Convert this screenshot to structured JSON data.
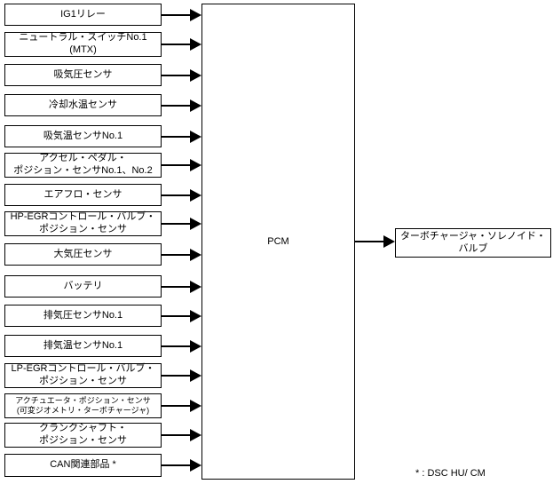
{
  "diagram": {
    "inputs": [
      {
        "label": "IG1リレー"
      },
      {
        "label": "ニュートラル・スイッチNo.1\n(MTX)"
      },
      {
        "label": "吸気圧センサ"
      },
      {
        "label": "冷却水温センサ"
      },
      {
        "label": "吸気温センサNo.1"
      },
      {
        "label": "アクセル・ペダル・\nポジション・センサNo.1、No.2"
      },
      {
        "label": "エアフロ・センサ"
      },
      {
        "label": "HP-EGRコントロール・バルブ・\nポジション・センサ"
      },
      {
        "label": "大気圧センサ"
      },
      {
        "label": "バッテリ"
      },
      {
        "label": "排気圧センサNo.1"
      },
      {
        "label": "排気温センサNo.1"
      },
      {
        "label": "LP-EGRコントロール・バルブ・\nポジション・センサ"
      },
      {
        "label": "アクチュエータ・ポジション・センサ\n(可変ジオメトリ・ターボチャージャ)"
      },
      {
        "label": "クランクシャフト・\nポジション・センサ"
      },
      {
        "label": "CAN関連部品 *"
      }
    ],
    "pcm_label": "PCM",
    "output": {
      "label": "ターボチャージャ・ソレノイド・\nバルブ"
    },
    "footnote": "* : DSC HU/ CM",
    "colors": {
      "line": "#000000",
      "background": "#ffffff"
    }
  }
}
